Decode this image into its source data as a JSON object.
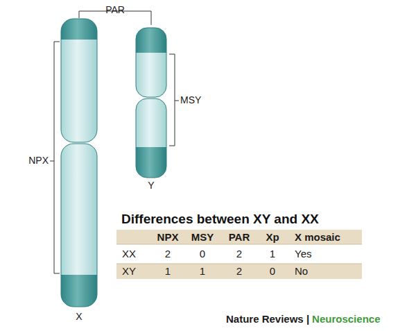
{
  "diagram": {
    "title": "Differences between XY and XX",
    "labels": [
      "PAR",
      "MSY",
      "NPX",
      "Y",
      "X",
      "NPX",
      "MSY",
      "PAR",
      "Xp",
      "X mosaic",
      "XX",
      "2",
      "0",
      "2",
      "1",
      "Yes",
      "XY",
      "1",
      "1",
      "2",
      "0",
      "No",
      "Nature Reviews |",
      "Neuroscience"
    ]
  }
}
